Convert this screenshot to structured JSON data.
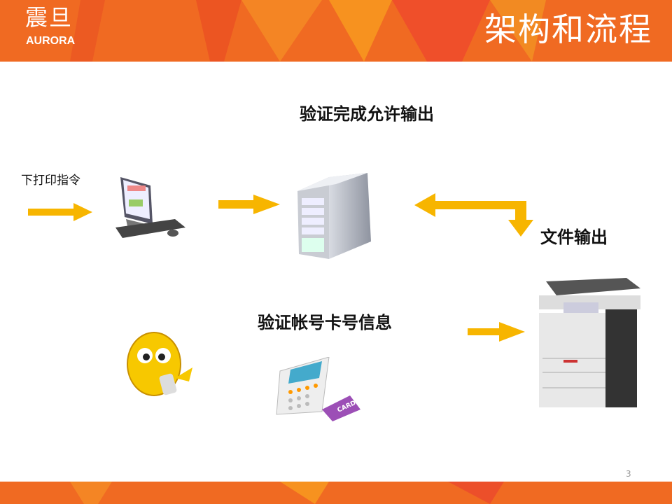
{
  "header": {
    "logo_cn": "震旦",
    "logo_en": "AURORA",
    "title": "架构和流程"
  },
  "labels": {
    "verify_done": "验证完成允许输出",
    "print_cmd": "下打印指令",
    "file_output": "文件输出",
    "verify_card": "验证帐号卡号信息",
    "card_text": "CARD"
  },
  "page_number": "3",
  "colors": {
    "header": "#f06a22",
    "arrow": "#f7b500"
  }
}
